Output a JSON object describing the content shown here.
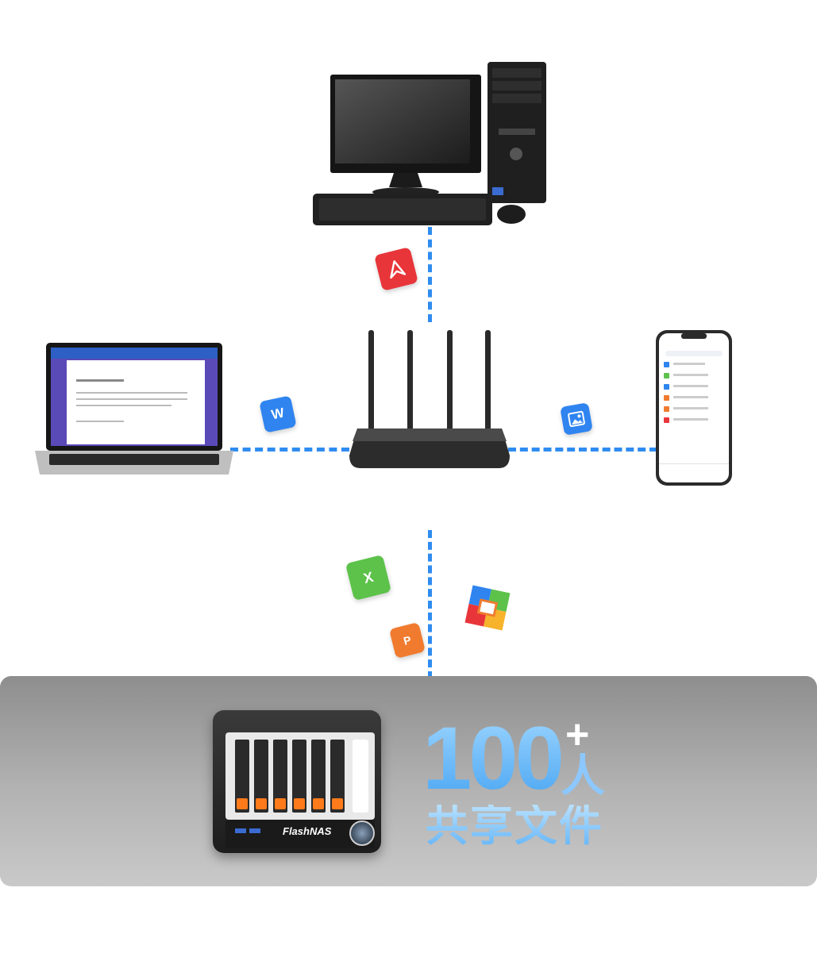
{
  "colors": {
    "link": "#2f8cf0",
    "pdf": "#e8353a",
    "word": "#2f84f0",
    "image": "#2f84f0",
    "excel": "#5cc24a",
    "ppt": "#f07b2f"
  },
  "icons": {
    "pdf": "pdf-file-icon",
    "word": "word-file-icon",
    "image": "image-file-icon",
    "excel": "excel-file-icon",
    "ppt": "ppt-file-icon",
    "archive": "archive-file-icon"
  },
  "badges": {
    "word": "W",
    "excel": "X",
    "ppt": "P"
  },
  "stats": {
    "number": "100",
    "plus": "+",
    "unit": "人",
    "caption": "共享文件"
  },
  "nas": {
    "brand": "FlashNAS"
  }
}
